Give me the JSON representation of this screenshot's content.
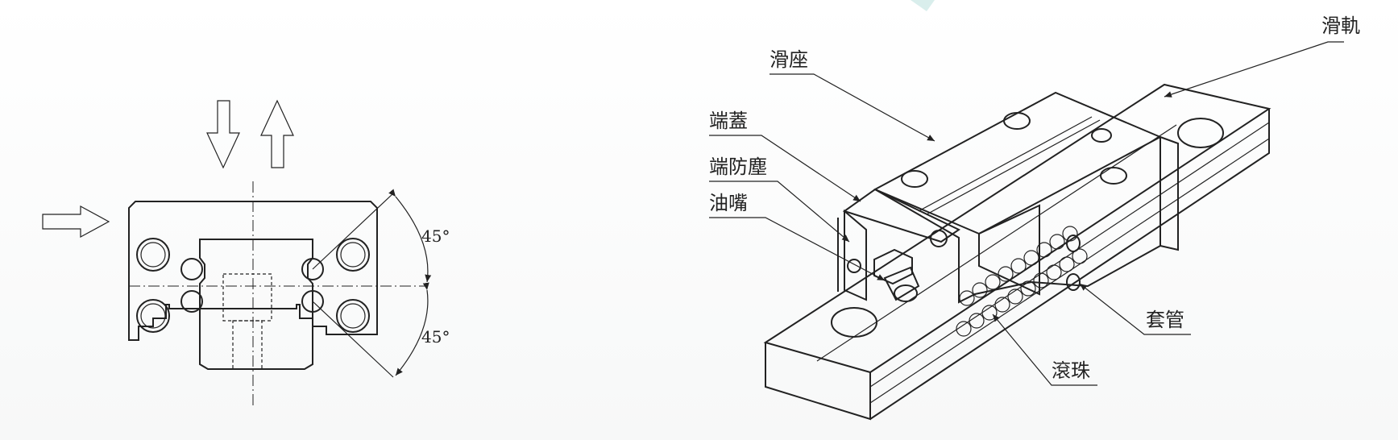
{
  "cross_section": {
    "angle_upper": "45°",
    "angle_lower": "45°"
  },
  "isometric": {
    "labels": {
      "rail": "滑軌",
      "block": "滑座",
      "end_cap": "端蓋",
      "end_seal": "端防塵",
      "grease_nipple": "油嘴",
      "retainer": "套管",
      "balls": "滾珠"
    }
  },
  "colors": {
    "line": "#222222",
    "accent_top": "#d9eeec"
  }
}
